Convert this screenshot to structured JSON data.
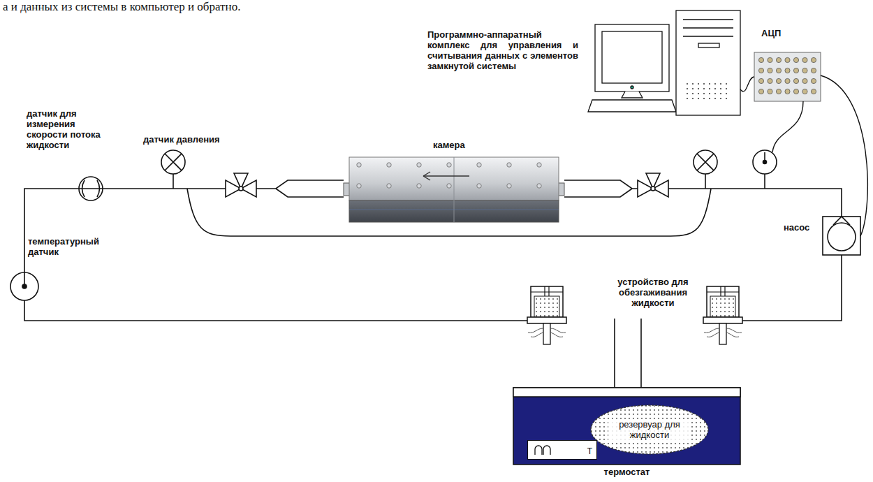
{
  "diagram": {
    "nodes": [
      {
        "text": [
          "термостат"
        ]
      },
      {
        "text": [
          "резервуар для жидкости"
        ],
        "in": 0
      },
      {
        "text": [
          "T"
        ],
        "in": 0
      }
    ],
    "labels": [
      "а и данных из системы в компьютер и обратно.",
      "Программно-аппаратный комплекс для управления и считывания данных с элементов замкнутой системы",
      "АЦП",
      "датчик для измерения скорости потока жидкости",
      "датчик давления",
      "камера",
      "температурный датчик",
      "насос",
      "устройство для обезгаживания жидкости"
    ]
  }
}
